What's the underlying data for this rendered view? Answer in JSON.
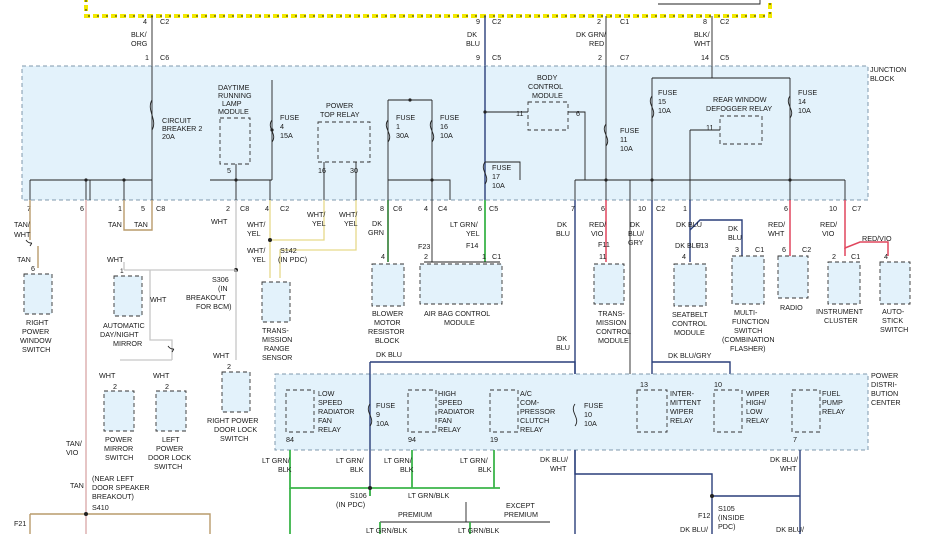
{
  "top_connectors": [
    {
      "id": "c2-a",
      "pin": "4",
      "conn": "C2",
      "wire": "BLK/ ORG",
      "pin2": "1",
      "conn2": "C6"
    },
    {
      "id": "c2-b",
      "pin": "9",
      "conn": "C2",
      "wire": "DK BLU",
      "pin2": "9",
      "conn2": "C5"
    },
    {
      "id": "c1-a",
      "pin": "2",
      "conn": "C1",
      "wire": "DK GRN/ RED",
      "pin2": "2",
      "conn2": "C7"
    },
    {
      "id": "c2-c",
      "pin": "8",
      "conn": "C2",
      "wire": "BLK/ WHT",
      "pin2": "14",
      "conn2": "C5"
    }
  ],
  "junction_block": {
    "label": "JUNCTION BLOCK",
    "circuit_breaker": "CIRCUIT BREAKER 2 20A",
    "drl_module": "DAYTIME RUNNING LAMP MODULE",
    "fuse4": "FUSE 4 15A",
    "power_top_relay": "POWER TOP RELAY",
    "fuse1": "FUSE 1 30A",
    "fuse16": "FUSE 16 10A",
    "bcm": "BODY CONTROL MODULE",
    "fuse17": "FUSE 17 10A",
    "fuse11": "FUSE 11 10A",
    "fuse15": "FUSE 15 10A",
    "rear_defogger": "REAR WINDOW DEFOGGER RELAY",
    "fuse14": "FUSE 14 10A"
  },
  "components": {
    "right_window": "RIGHT POWER WINDOW SWITCH",
    "auto_mirror": "AUTOMATIC DAY/NIGHT MIRROR",
    "s306": "S306 (IN BREAKOUT FOR BCM)",
    "s142": "S142 (IN PDC)",
    "trans_range": "TRANS- MISSION RANGE SENSOR",
    "blower": "BLOWER MOTOR RESISTOR BLOCK",
    "airbag": "AIR BAG CONTROL MODULE",
    "tcm": "TRANS- MISSION CONTROL MODULE",
    "seatbelt": "SEATBELT CONTROL MODULE",
    "multifunction": "MULTI- FUNCTION SWITCH (COMBINATION FLASHER)",
    "radio": "RADIO",
    "cluster": "INSTRUMENT CLUSTER",
    "autostick": "AUTO- STICK SWITCH",
    "power_mirror": "POWER MIRROR SWITCH",
    "left_door_lock": "LEFT POWER DOOR LOCK SWITCH",
    "right_door_lock": "RIGHT POWER DOOR LOCK SWITCH",
    "near_left": "(NEAR LEFT DOOR SPEAKER BREAKOUT)",
    "s410": "S410",
    "f21": "F21"
  },
  "pdc": {
    "label": "POWER DISTRI- BUTION CENTER",
    "low_fan": "LOW SPEED RADIATOR FAN RELAY",
    "fuse9": "FUSE 9 10A",
    "high_fan": "HIGH SPEED RADIATOR FAN RELAY",
    "ac_clutch": "A/C COM- PRESSOR CLUTCH RELAY",
    "fuse10": "FUSE 10 10A",
    "inter_wiper": "INTER- MITTENT WIPER RELAY",
    "wiper_hl": "WIPER HIGH/ LOW RELAY",
    "fuel_pump": "FUEL PUMP RELAY"
  },
  "bottom": {
    "s106": "S106 (IN PDC)",
    "s105": "S105 (INSIDE PDC)",
    "premium": "PREMIUM",
    "except_premium": "EXCEPT PREMIUM",
    "f12": "F12"
  },
  "colors": {
    "dk_blu": "#2a3f7a",
    "lt_grn": "#3bb54a",
    "dk_grn": "#2e7d32",
    "red_vio": "#e0465d",
    "tan": "#b99b6b",
    "highlight": "#f2e900",
    "box_fill": "#e3f2fb"
  }
}
